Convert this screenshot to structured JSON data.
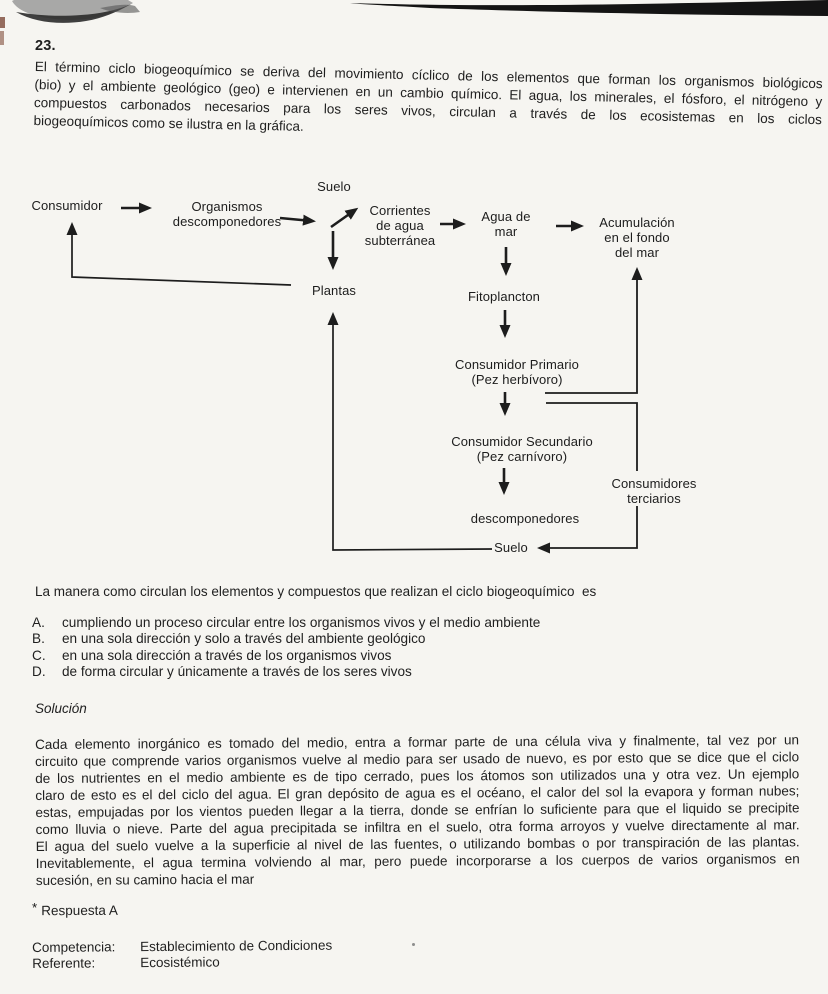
{
  "page": {
    "background": "#f6f5f1",
    "ink_color": "#1f1f1f",
    "artifact_color": "#141414"
  },
  "question": {
    "number": "23.",
    "intro_lines": [
      "El término ciclo biogeoquímico se deriva del movimiento cíclico de los elementos que forman los organismos biológicos",
      "(bio) y el ambiente geológico (geo) e intervienen en un cambio químico.  El agua, los minerales, el fósforo, el nitrógeno y",
      "compuestos carbonados necesarios para los seres vivos, circulan a través de los ecosistemas en los ciclos",
      "biogeoquímicos como se ilustra en la gráfica."
    ],
    "prompt": "La manera como circulan los elementos y compuestos que realizan el ciclo biogeoquímico  es",
    "options": [
      {
        "letter": "A.",
        "text": "cumpliendo un proceso circular entre los organismos vivos y el medio ambiente"
      },
      {
        "letter": "B.",
        "text": "en una sola dirección y solo a través del ambiente geológico"
      },
      {
        "letter": "C.",
        "text": "en una sola dirección a través de los organismos vivos"
      },
      {
        "letter": "D.",
        "text": "de forma circular y únicamente a través de los seres vivos"
      }
    ]
  },
  "diagram": {
    "nodes": [
      {
        "id": "suelo-top",
        "label": "Suelo"
      },
      {
        "id": "consumidor",
        "label": "Consumidor"
      },
      {
        "id": "organismos-descomponedores",
        "label": "Organismos\ndescomponedores"
      },
      {
        "id": "corrientes-agua-subterranea",
        "label": "Corrientes\nde agua\nsubterránea"
      },
      {
        "id": "agua-de-mar",
        "label": "Agua de\nmar"
      },
      {
        "id": "acumulacion-fondo-mar",
        "label": "Acumulación\nen el fondo\ndel mar"
      },
      {
        "id": "plantas",
        "label": "Plantas"
      },
      {
        "id": "fitoplancton",
        "label": "Fitoplancton"
      },
      {
        "id": "consumidor-primario",
        "label": "Consumidor Primario\n(Pez herbívoro)"
      },
      {
        "id": "consumidor-secundario",
        "label": "Consumidor Secundario\n(Pez carnívoro)"
      },
      {
        "id": "consumidores-terciarios",
        "label": "Consumidores\nterciarios"
      },
      {
        "id": "descomponedores",
        "label": "descomponedores"
      },
      {
        "id": "suelo-bottom",
        "label": "Suelo"
      }
    ]
  },
  "solution": {
    "heading": "Solución",
    "lines": [
      "Cada elemento inorgánico es tomado del medio, entra a formar parte de una célula viva y finalmente, tal vez por un",
      "circuito que comprende varios organismos vuelve al medio para ser usado de nuevo, es por esto que se dice que el ciclo",
      "de los nutrientes en el medio ambiente es de tipo cerrado, pues los átomos son utilizados una y otra vez.  Un ejemplo",
      "claro de esto es el del ciclo del agua.  El gran depósito de agua es el océano, el calor del sol la evapora y forman nubes;",
      "estas, empujadas por los vientos pueden llegar a la tierra, donde se enfrían lo suficiente para que el liquido se precipite",
      "como lluvia o nieve.  Parte del agua precipitada se infiltra en el suelo, otra forma arroyos y vuelve directamente al mar.",
      "El agua del suelo vuelve a la superficie al nivel de las fuentes, o utilizando bombas o por transpiración de las plantas.",
      "Inevitablemente, el agua termina volviendo al mar, pero puede incorporarse a los cuerpos de varios organismos en",
      "sucesión, en su camino hacia el mar"
    ],
    "answer_marker": "*",
    "answer": "Respuesta A"
  },
  "meta": {
    "rows": [
      {
        "label": "Competencia:",
        "value": "Establecimiento de Condiciones"
      },
      {
        "label": "Referente:",
        "value": "Ecosistémico"
      }
    ]
  }
}
